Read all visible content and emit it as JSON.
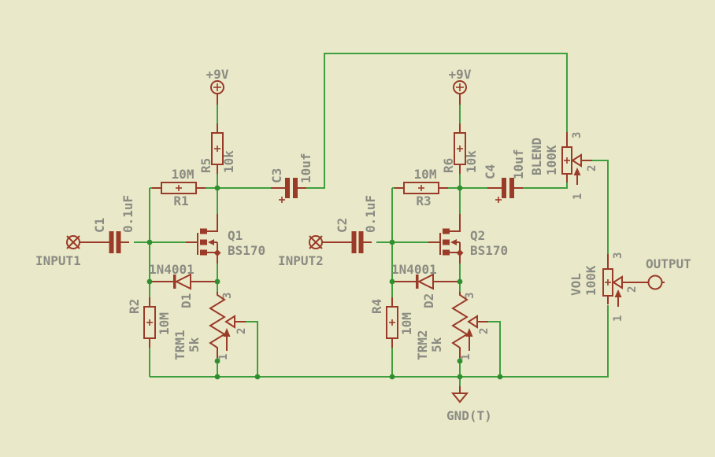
{
  "colors": {
    "background": "#e9e9c9",
    "net_green": "#3f9f3f",
    "symbol_red": "#9a3a28",
    "label_gray": "#8b8b83"
  },
  "power": {
    "plus9v_left": "+9V",
    "plus9v_right": "+9V",
    "gnd": "GND(T)"
  },
  "connectors": {
    "input1": "INPUT1",
    "input2": "INPUT2",
    "output": "OUTPUT"
  },
  "pin_labels": {
    "p1": "1",
    "p2": "2",
    "p3": "3"
  },
  "components": {
    "r1": {
      "name": "R1",
      "value": "10M"
    },
    "r2": {
      "name": "R2",
      "value": "10M"
    },
    "r3": {
      "name": "R3",
      "value": "10M"
    },
    "r4": {
      "name": "R4",
      "value": "10M"
    },
    "r5": {
      "name": "R5",
      "value": "10k"
    },
    "r6": {
      "name": "R6",
      "value": "10k"
    },
    "c1": {
      "name": "C1",
      "value": "0.1uF"
    },
    "c2": {
      "name": "C2",
      "value": "0.1uF"
    },
    "c3": {
      "name": "C3",
      "value": "10uf"
    },
    "c4": {
      "name": "C4",
      "value": "10uf"
    },
    "q1": {
      "name": "Q1",
      "value": "BS170"
    },
    "q2": {
      "name": "Q2",
      "value": "BS170"
    },
    "d1": {
      "name": "D1",
      "value": "1N4001"
    },
    "d2": {
      "name": "D2",
      "value": "1N4001"
    },
    "trm1": {
      "name": "TRM1",
      "value": "5k"
    },
    "trm2": {
      "name": "TRM2",
      "value": "5k"
    },
    "blend": {
      "name": "BLEND",
      "value": "100K"
    },
    "vol": {
      "name": "VOL",
      "value": "100K"
    }
  }
}
